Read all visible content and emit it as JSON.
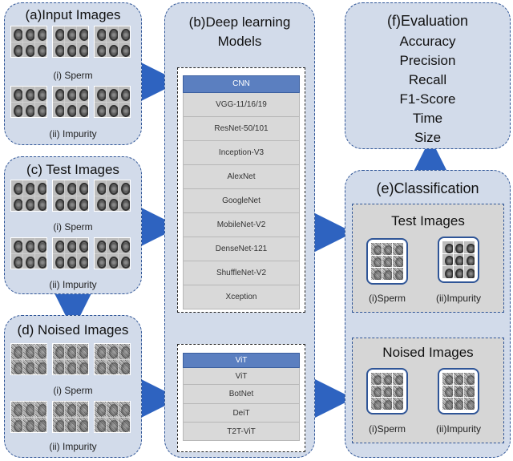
{
  "colors": {
    "panel_bg": "#d2dbea",
    "border": "#2f5597",
    "arrow": "#2e63c0",
    "cnn_header": "#5b7fc0",
    "list_item": "#d9d9d9"
  },
  "input_panel": {
    "title": "(a)Input Images",
    "row1_label": "(i) Sperm",
    "row2_label": "(ii) Impurity"
  },
  "test_panel": {
    "title": "(c) Test  Images",
    "row1_label": "(i) Sperm",
    "row2_label": "(ii) Impurity"
  },
  "noised_panel": {
    "title": "(d) Noised  Images",
    "row1_label": "(i) Sperm",
    "row2_label": "(ii) Impurity"
  },
  "models_panel": {
    "title_line1": "(b)Deep learning",
    "title_line2": "Models",
    "cnn": {
      "header": "CNN",
      "items": [
        "VGG-11/16/19",
        "ResNet-50/101",
        "Inception-V3",
        "AlexNet",
        "GoogleNet",
        "MobileNet-V2",
        "DenseNet-121",
        "ShuffleNet-V2",
        "Xception"
      ]
    },
    "vit": {
      "header": "ViT",
      "items": [
        "ViT",
        "BotNet",
        "DeiT",
        "T2T-ViT"
      ]
    }
  },
  "evaluation_panel": {
    "title": "(f)Evaluation",
    "metrics": [
      "Accuracy",
      "Precision",
      "Recall",
      "F1-Score",
      "Time",
      "Size"
    ]
  },
  "classification_panel": {
    "title": "(e)Classification",
    "test_group": {
      "title": "Test Images",
      "left_label": "(i)Sperm",
      "right_label": "(ii)Impurity"
    },
    "noised_group": {
      "title": "Noised Images",
      "left_label": "(i)Sperm",
      "right_label": "(ii)Impurity"
    }
  }
}
